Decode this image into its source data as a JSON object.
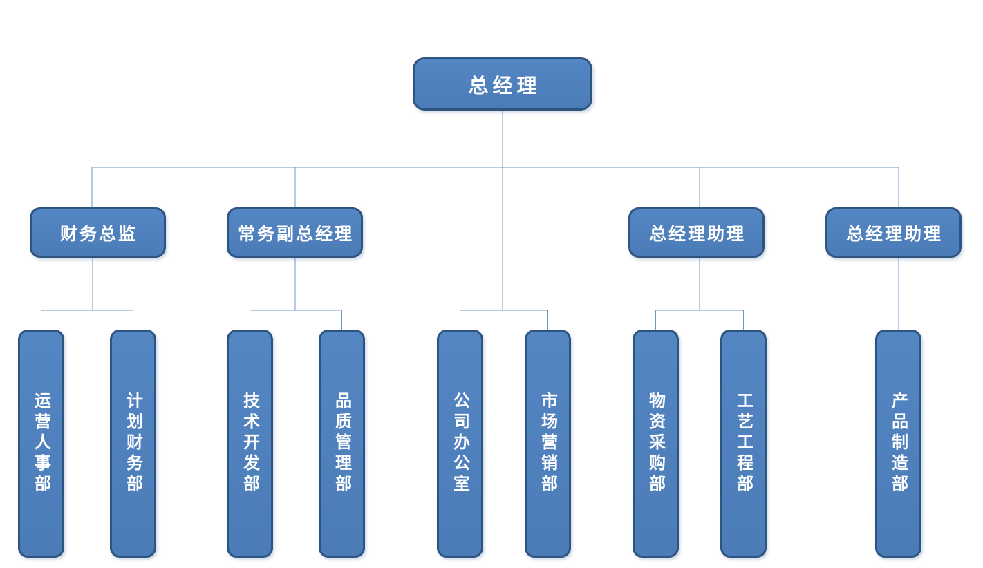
{
  "colors": {
    "background": "#ffffff",
    "box_fill": "#4f81bd",
    "box_border": "#2e5480",
    "box_text": "#ffffff",
    "connector": "#6f96c6"
  },
  "tree": {
    "label": "总经理",
    "branches": [
      {
        "manager": "财务总监",
        "departments": [
          "运营人事部",
          "计划财务部"
        ]
      },
      {
        "manager": "常务副总经理",
        "departments": [
          "技术开发部",
          "品质管理部"
        ]
      },
      {
        "manager": null,
        "departments": [
          "公司办公室",
          "市场营销部"
        ]
      },
      {
        "manager": "总经理助理",
        "departments": [
          "物资采购部",
          "工艺工程部"
        ]
      },
      {
        "manager": "总经理助理",
        "departments": [
          "产品制造部"
        ]
      }
    ]
  }
}
